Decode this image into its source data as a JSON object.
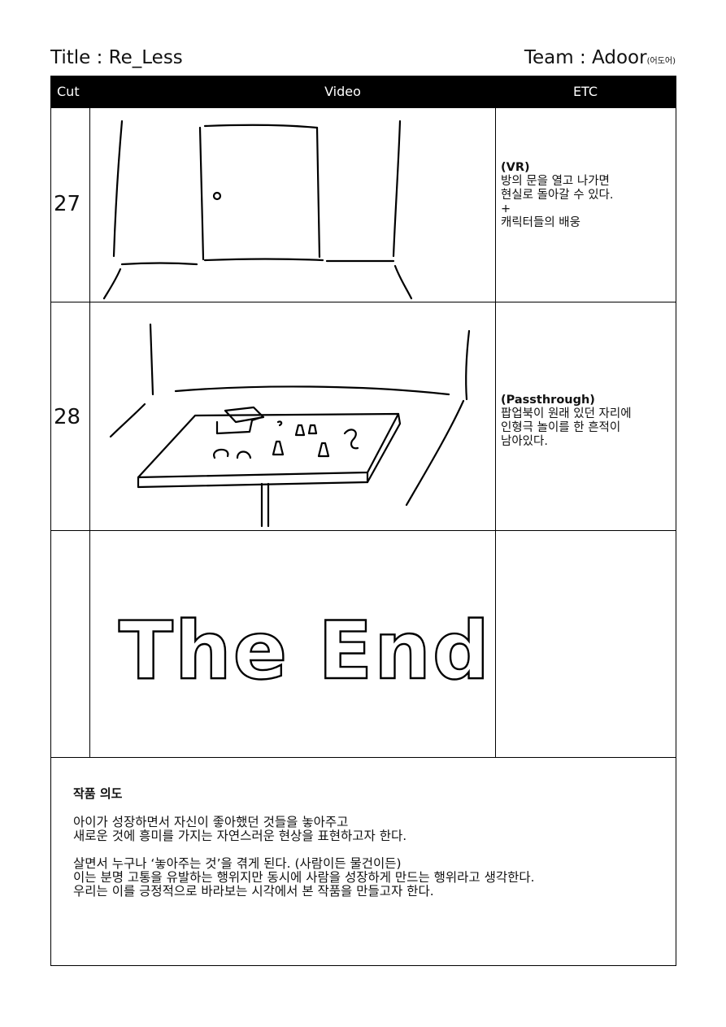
{
  "header": {
    "title": "Title : Re_Less",
    "team": "Team : Adoor",
    "team_sub": "(어도어)"
  },
  "columns": {
    "cut": "Cut",
    "video": "Video",
    "etc": "ETC"
  },
  "rows": [
    {
      "cut": "27",
      "etc_tag": "(VR)",
      "etc_lines": [
        "방의 문을 열고 나가면",
        "현실로 돌아갈 수 있다.",
        "+",
        "캐릭터들의 배웅"
      ]
    },
    {
      "cut": "28",
      "etc_tag": "(Passthrough)",
      "etc_lines": [
        "팝업북이 원래 있던 자리에",
        "인형극 놀이를 한 흔적이",
        "남아있다."
      ]
    },
    {
      "cut": "",
      "sketch_text": "The End",
      "etc_tag": "",
      "etc_lines": []
    }
  ],
  "intent": {
    "heading": "작품 의도",
    "para1": [
      "아이가 성장하면서 자신이 좋아했던 것들을 놓아주고",
      "새로운 것에 흥미를 가지는 자연스러운 현상을 표현하고자 한다."
    ],
    "para2": [
      "살면서 누구나 ‘놓아주는 것’을 겪게 된다. (사람이든 물건이든)",
      "이는 분명 고통을 유발하는 행위지만 동시에 사람을 성장하게 만드는 행위라고 생각한다.",
      "우리는 이를 긍정적으로 바라보는 시각에서 본 작품을 만들고자 한다."
    ]
  }
}
